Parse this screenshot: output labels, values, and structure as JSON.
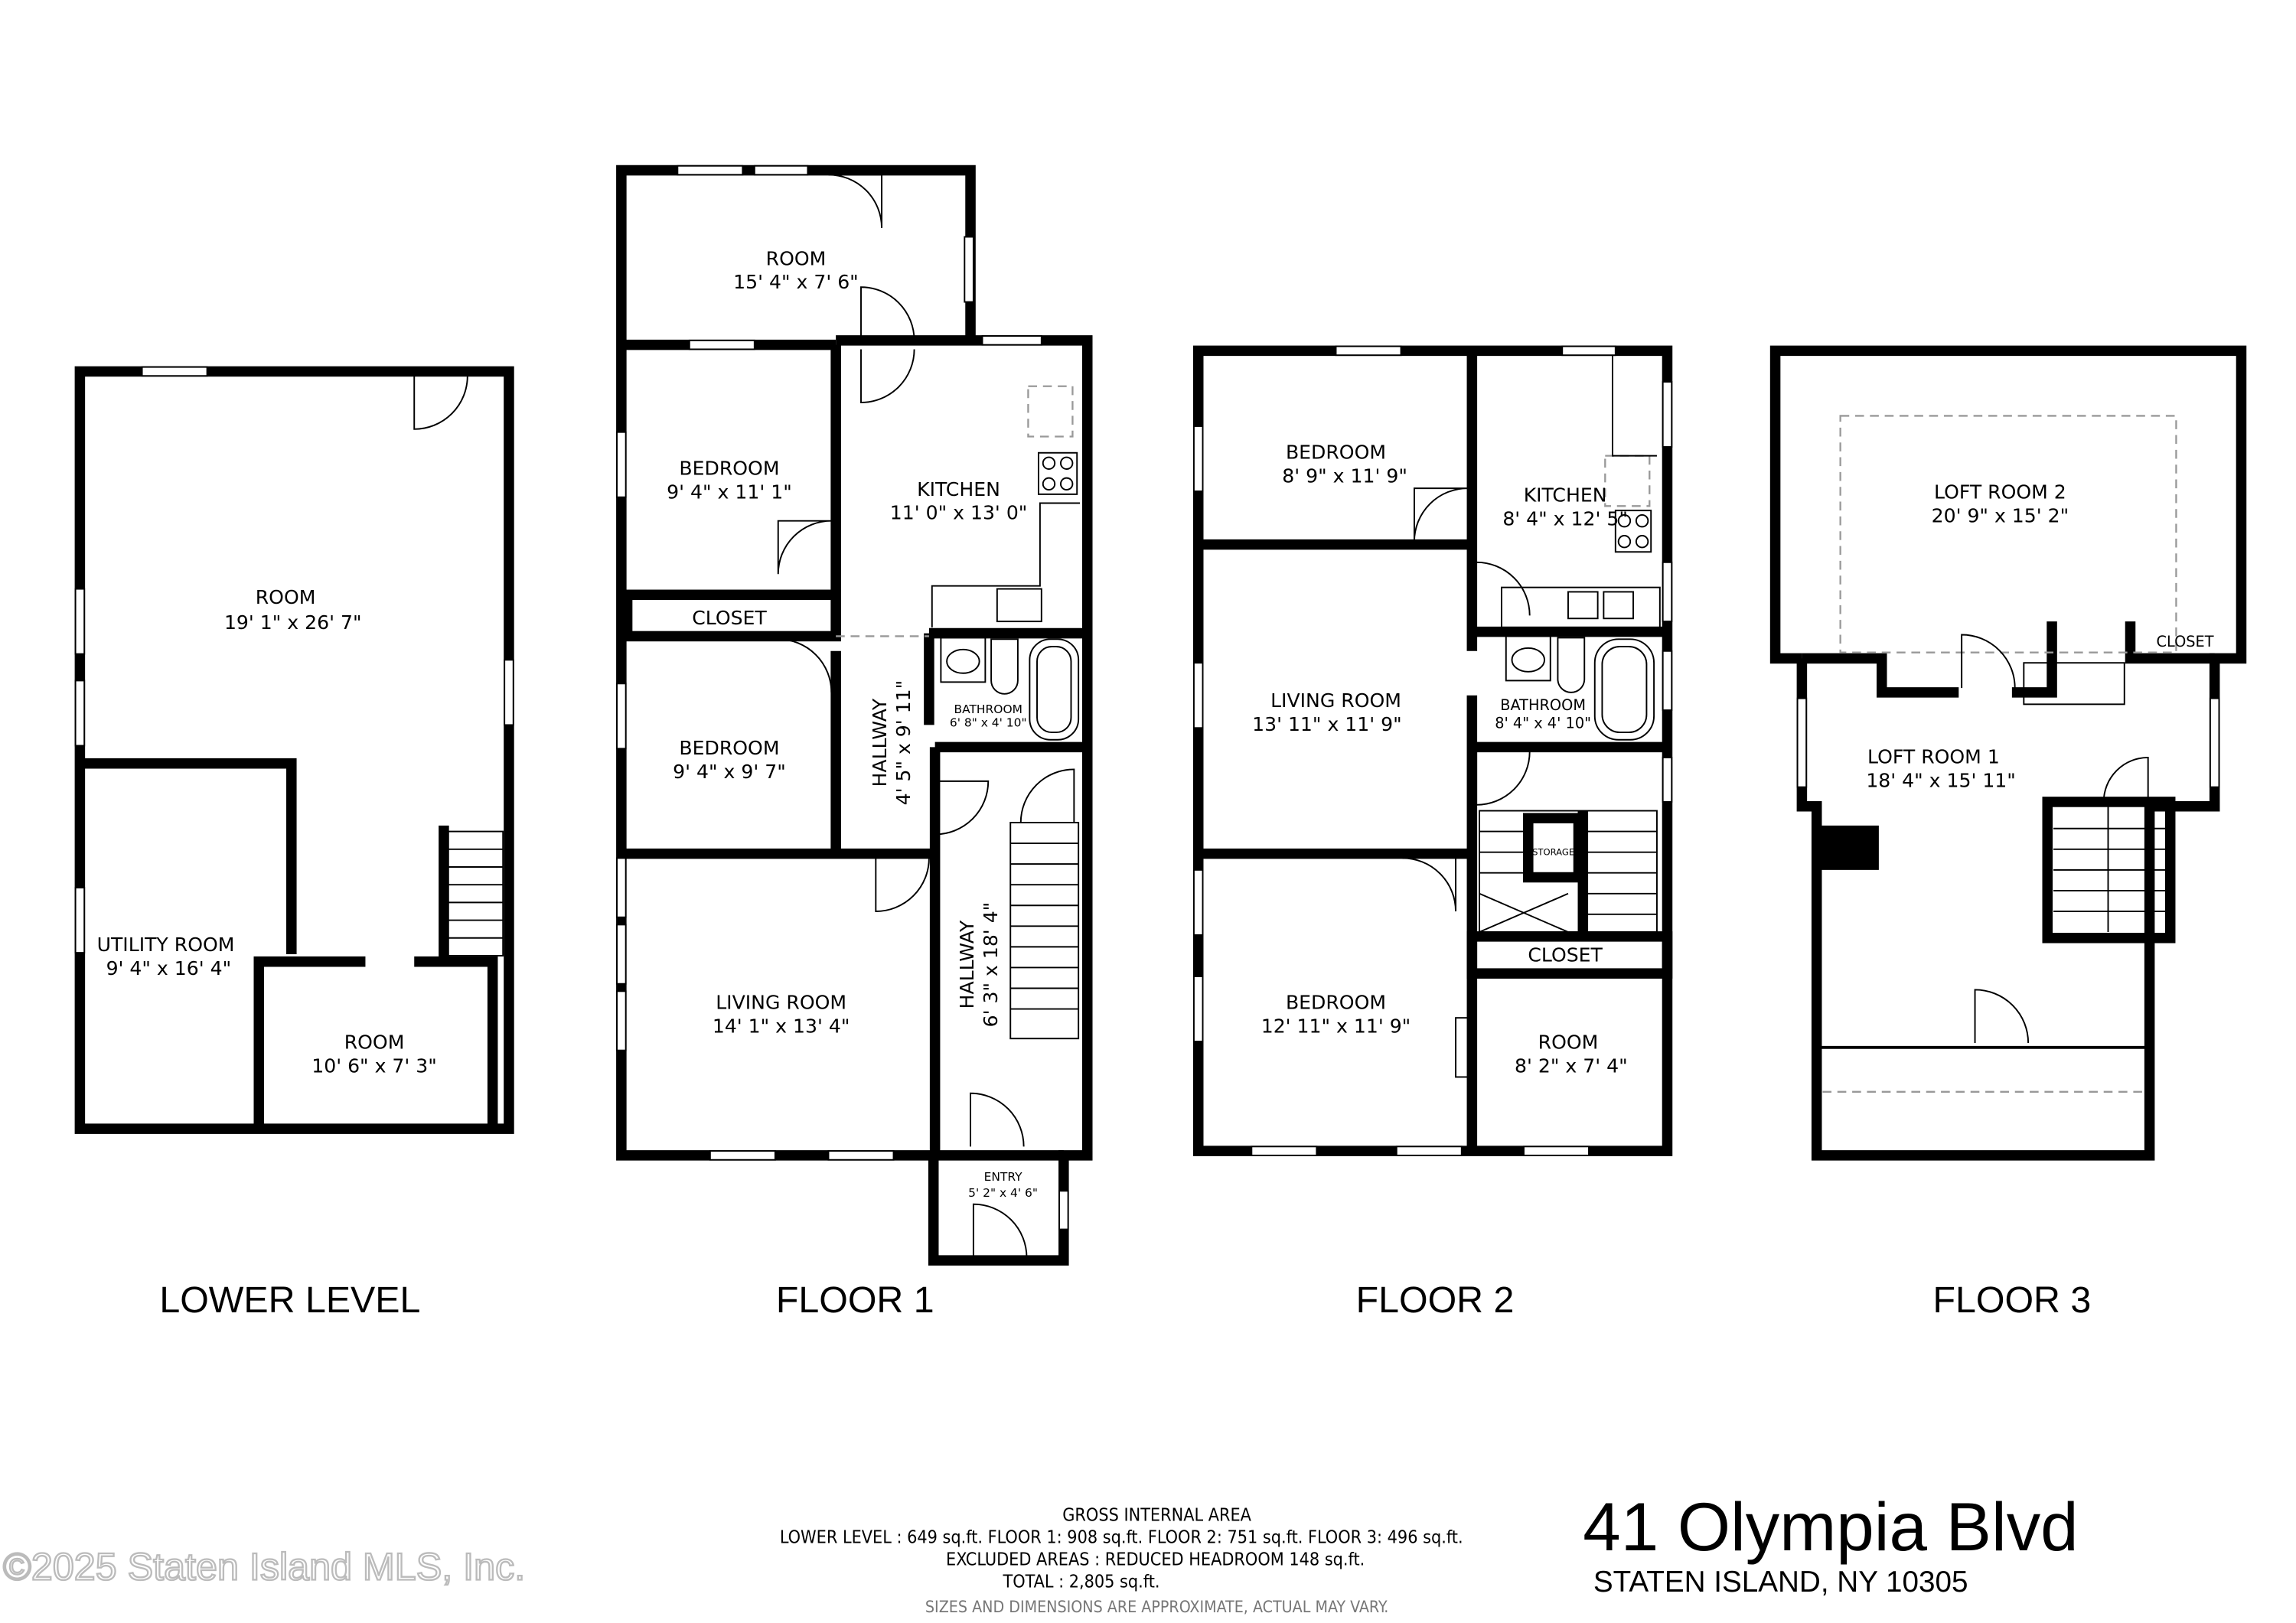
{
  "watermark": "©2025 Staten Island MLS, Inc.",
  "address": {
    "street": "41 Olympia Blvd",
    "city": "STATEN ISLAND, NY 10305"
  },
  "area_summary": {
    "title": "GROSS INTERNAL AREA",
    "floors_line": "LOWER LEVEL : 649 sq.ft.  FLOOR 1: 908 sq.ft.  FLOOR 2: 751 sq.ft.  FLOOR 3: 496 sq.ft.",
    "excluded_line": "EXCLUDED AREAS :  REDUCED HEADROOM 148 sq.ft.",
    "total_line": "TOTAL :  2,805 sq.ft.",
    "disclaimer": "SIZES AND DIMENSIONS ARE APPROXIMATE, ACTUAL MAY VARY."
  },
  "levels": {
    "lower": {
      "label": "LOWER LEVEL",
      "rooms": [
        {
          "name": "ROOM",
          "dims": "19' 1\" x 26' 7\""
        },
        {
          "name": "UTILITY ROOM",
          "dims": "9' 4\" x 16' 4\""
        },
        {
          "name": "ROOM",
          "dims": "10' 6\" x 7' 3\""
        }
      ]
    },
    "floor1": {
      "label": "FLOOR 1",
      "rooms": [
        {
          "name": "ROOM",
          "dims": "15' 4\" x 7' 6\""
        },
        {
          "name": "BEDROOM",
          "dims": "9' 4\" x 11' 1\""
        },
        {
          "name": "KITCHEN",
          "dims": "11' 0\" x 13' 0\""
        },
        {
          "name": "CLOSET",
          "dims": ""
        },
        {
          "name": "BEDROOM",
          "dims": "9' 4\" x 9' 7\""
        },
        {
          "name": "HALLWAY",
          "dims": "4' 5\" x 9' 11\""
        },
        {
          "name": "BATHROOM",
          "dims": "6' 8\" x 4' 10\""
        },
        {
          "name": "LIVING ROOM",
          "dims": "14' 1\" x 13' 4\""
        },
        {
          "name": "HALLWAY",
          "dims": "6' 3\" x 18' 4\""
        },
        {
          "name": "ENTRY",
          "dims": "5' 2\" x 4' 6\""
        }
      ]
    },
    "floor2": {
      "label": "FLOOR 2",
      "rooms": [
        {
          "name": "BEDROOM",
          "dims": "8' 9\" x 11' 9\""
        },
        {
          "name": "KITCHEN",
          "dims": "8' 4\" x 12' 5\""
        },
        {
          "name": "LIVING ROOM",
          "dims": "13' 11\" x 11' 9\""
        },
        {
          "name": "BATHROOM",
          "dims": "8' 4\" x 4' 10\""
        },
        {
          "name": "STORAGE",
          "dims": ""
        },
        {
          "name": "CLOSET",
          "dims": ""
        },
        {
          "name": "BEDROOM",
          "dims": "12' 11\" x 11' 9\""
        },
        {
          "name": "ROOM",
          "dims": "8' 2\" x 7' 4\""
        }
      ]
    },
    "floor3": {
      "label": "FLOOR 3",
      "rooms": [
        {
          "name": "LOFT ROOM 2",
          "dims": "20' 9\" x 15' 2\""
        },
        {
          "name": "CLOSET",
          "dims": ""
        },
        {
          "name": "LOFT ROOM 1",
          "dims": "18' 4\" x 15' 11\""
        }
      ]
    }
  }
}
